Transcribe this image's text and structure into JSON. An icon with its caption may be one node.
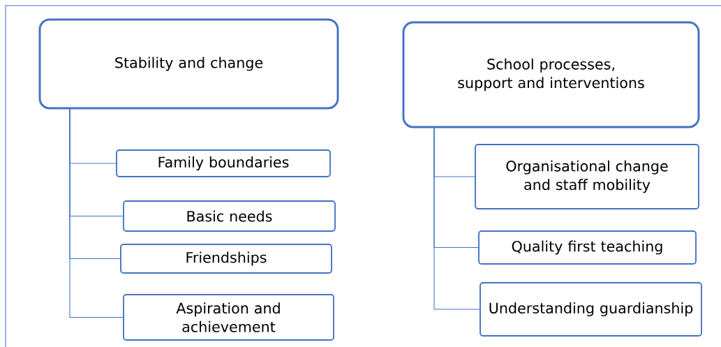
{
  "diagram": {
    "nodes": [
      {
        "text": [
          "Stability and change"
        ]
      },
      {
        "text": [
          "Family boundaries"
        ]
      },
      {
        "text": [
          "Basic needs"
        ]
      },
      {
        "text": [
          "Friendships"
        ]
      },
      {
        "text": [
          "Aspiration and achievement"
        ]
      },
      {
        "text": [
          "School processes, support and interventions"
        ]
      },
      {
        "text": [
          "Organisational change and staff mobility"
        ]
      },
      {
        "text": [
          "Quality first teaching"
        ]
      },
      {
        "text": [
          "Understanding guardianship"
        ]
      }
    ],
    "edges": [
      {
        "from": 0,
        "to": 1,
        "arrow": "none"
      },
      {
        "from": 0,
        "to": 2,
        "arrow": "none"
      },
      {
        "from": 0,
        "to": 3,
        "arrow": "none"
      },
      {
        "from": 0,
        "to": 4,
        "arrow": "none"
      },
      {
        "from": 5,
        "to": 6,
        "arrow": "none"
      },
      {
        "from": 5,
        "to": 7,
        "arrow": "none"
      },
      {
        "from": 5,
        "to": 8,
        "arrow": "none"
      }
    ]
  }
}
